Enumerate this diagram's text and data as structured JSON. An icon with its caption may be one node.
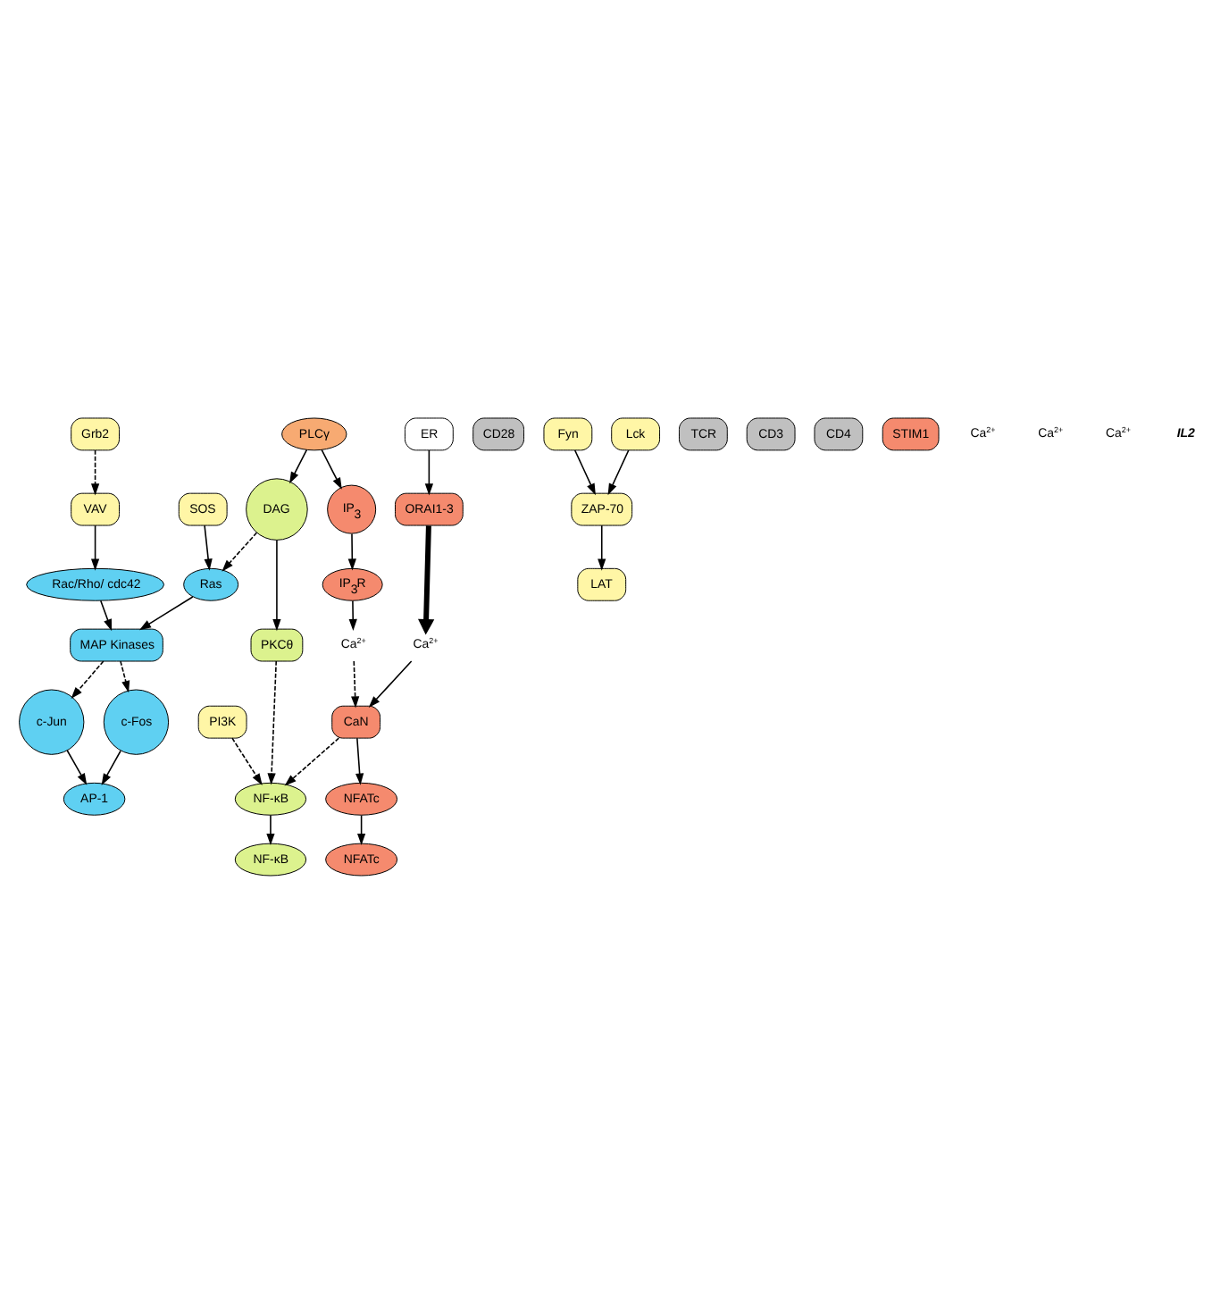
{
  "diagram": {
    "nodes": [
      {
        "text": [
          "ORAI1-3"
        ]
      },
      {
        "text": [
          "CD28"
        ]
      },
      {
        "text": [
          "Grb2"
        ]
      },
      {
        "text": [
          "PI3K"
        ]
      },
      {
        "text": [
          "LAT"
        ]
      },
      {
        "text": [
          "TCR"
        ]
      },
      {
        "text": [
          "CD3"
        ]
      },
      {
        "text": [
          "CD4"
        ]
      },
      {
        "text": [
          "ZAP-70"
        ]
      },
      {
        "text": [
          "Fyn"
        ]
      },
      {
        "text": [
          "Lck"
        ]
      },
      {
        "text": [
          "VAV"
        ]
      },
      {
        "text": [
          "SOS"
        ]
      },
      {
        "text": [
          "PLCγ"
        ]
      },
      {
        "text": [
          "ER"
        ]
      },
      {
        "text": [
          "STIM1"
        ]
      },
      {
        "text": [
          "IP$_{3}$R"
        ]
      },
      {
        "text": [
          "Ca$^{2+}$"
        ]
      },
      {
        "text": [
          "Ca$^{2+}$"
        ]
      },
      {
        "text": [
          "IP$_{3}$"
        ]
      },
      {
        "text": [
          "DAG"
        ]
      },
      {
        "text": [
          "Ras"
        ]
      },
      {
        "text": [
          "Rac/Rho/ cdc42"
        ]
      },
      {
        "text": [
          "CaN"
        ]
      },
      {
        "text": [
          "PKCθ"
        ]
      },
      {
        "text": [
          "MAP Kinases"
        ]
      },
      {
        "text": [
          "NFATc"
        ]
      },
      {
        "text": [
          "NF-κB"
        ]
      },
      {
        "text": [
          "c-Fos"
        ]
      },
      {
        "text": [
          "c-Jun"
        ]
      },
      {
        "text": [
          "NFATc"
        ]
      },
      {
        "text": [
          "AP-1"
        ]
      },
      {
        "text": [
          "NF-κB"
        ]
      }
    ],
    "edges": [
      {
        "from": 8,
        "to": 4,
        "arrow": "to"
      },
      {
        "from": 9,
        "to": 8,
        "arrow": "to"
      },
      {
        "from": 10,
        "to": 8,
        "arrow": "to"
      },
      {
        "from": 2,
        "to": 11,
        "arrow": "to",
        "style": "dashed"
      },
      {
        "from": 14,
        "to": 0,
        "arrow": "to"
      },
      {
        "from": 0,
        "to": 17,
        "arrow": "to",
        "style": "thick"
      },
      {
        "from": 16,
        "to": 18,
        "arrow": "to"
      },
      {
        "from": 19,
        "to": 16,
        "arrow": "to"
      },
      {
        "from": 13,
        "to": 19,
        "arrow": "to"
      },
      {
        "from": 13,
        "to": 20,
        "arrow": "to"
      },
      {
        "from": 12,
        "to": 21,
        "arrow": "to"
      },
      {
        "from": 11,
        "to": 22,
        "arrow": "to"
      },
      {
        "from": 20,
        "to": 21,
        "arrow": "to",
        "style": "dashed"
      },
      {
        "from": 17,
        "to": 23,
        "arrow": "to"
      },
      {
        "from": 18,
        "to": 23,
        "arrow": "to",
        "style": "dashed"
      },
      {
        "from": 20,
        "to": 24,
        "arrow": "to"
      },
      {
        "from": 21,
        "to": 25,
        "arrow": "to"
      },
      {
        "from": 22,
        "to": 25,
        "arrow": "to"
      },
      {
        "from": 3,
        "to": 27,
        "arrow": "to",
        "style": "dashed"
      },
      {
        "from": 23,
        "to": 26,
        "arrow": "to"
      },
      {
        "from": 23,
        "to": 27,
        "arrow": "to",
        "style": "dashed"
      },
      {
        "from": 24,
        "to": 27,
        "arrow": "to",
        "style": "dashed"
      },
      {
        "from": 25,
        "to": 28,
        "arrow": "to",
        "style": "dashed"
      },
      {
        "from": 25,
        "to": 29,
        "arrow": "to",
        "style": "dashed"
      },
      {
        "from": 26,
        "to": 30,
        "arrow": "to"
      },
      {
        "from": 27,
        "to": 32,
        "arrow": "to"
      },
      {
        "from": 28,
        "to": 31,
        "arrow": "to"
      },
      {
        "from": 29,
        "to": 31,
        "arrow": "to"
      }
    ],
    "labels": [
      "Ca$^{2+}$",
      "Ca$^{2+}$",
      "Ca$^{2+}$",
      "IL2"
    ]
  }
}
